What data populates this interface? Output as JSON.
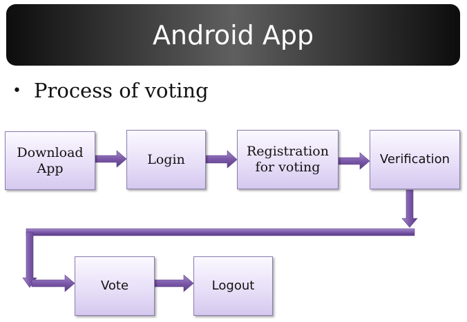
{
  "header": {
    "title": "Android App"
  },
  "content": {
    "bullet": "Process of voting"
  },
  "steps": [
    {
      "label": "Download App"
    },
    {
      "label": "Login"
    },
    {
      "label": "Registration for voting"
    },
    {
      "label": "Verification"
    },
    {
      "label": "Vote"
    },
    {
      "label": "Logout"
    }
  ],
  "colors": {
    "box_border": "#8b7bb0",
    "box_fill_top": "#fbf9ff",
    "box_fill_bottom": "#d5c8ee",
    "arrow": "#7b58a8",
    "title_bar": "#1a1a1a"
  }
}
